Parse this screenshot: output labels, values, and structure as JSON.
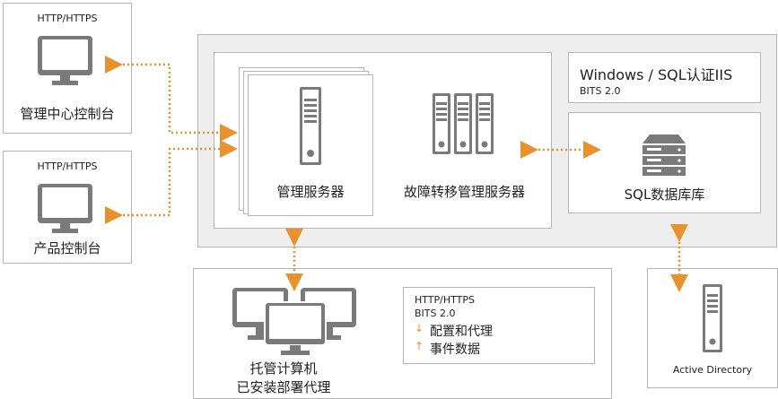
{
  "mgmt_console": {
    "protocol": "HTTP/HTTPS",
    "label": "管理中心控制台"
  },
  "product_console": {
    "protocol": "HTTP/HTTPS",
    "label": "产品控制台"
  },
  "server_group": {
    "management_server": "管理服务器",
    "failover_server": "故障转移管理服务器"
  },
  "auth": {
    "title": "Windows / SQL认证IIS",
    "subtitle": "BITS 2.0"
  },
  "database": {
    "label": "SQL数据库库"
  },
  "hosts": {
    "label_line1": "托管计算机",
    "label_line2": "已安装部署代理",
    "info": {
      "protocol": "HTTP/HTTPS",
      "bits": "BITS 2.0",
      "down_arrow": "↓",
      "down_label": "配置和代理",
      "up_arrow": "↑",
      "up_label": "事件数据"
    }
  },
  "active_directory": {
    "label": "Active Directory"
  },
  "colors": {
    "accent": "#e8922e",
    "gray": "#7a7a7a",
    "panel": "#eeeeee",
    "border": "#b5b5b5"
  }
}
